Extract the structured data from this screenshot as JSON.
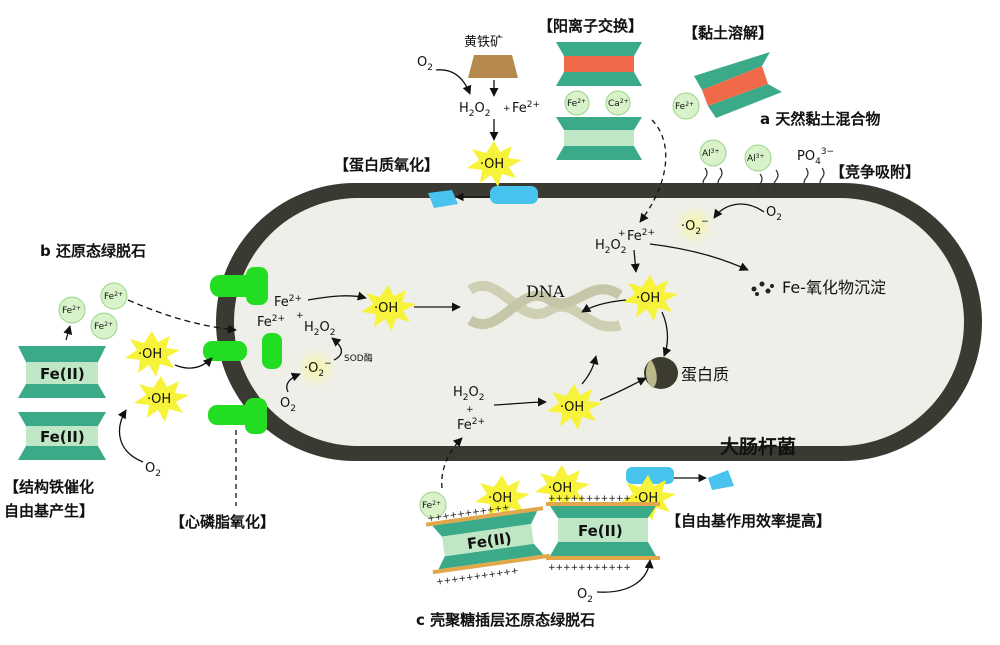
{
  "labels": {
    "pyrite": "黄铁矿",
    "cation_exchange": "【阳离子交换】",
    "clay_dissolution": "【黏土溶解】",
    "section_a": "a 天然黏土混合物",
    "protein_oxidation": "【蛋白质氧化】",
    "competitive_adsorption": "【竞争吸附】",
    "section_b": "b 还原态绿脱石",
    "fe_oxide_precip": "Fe-氧化物沉淀",
    "dna": "DNA",
    "protein": "蛋白质",
    "ecoli": "大肠杆菌",
    "structural_iron_line1": "【结构铁催化",
    "structural_iron_line2": "自由基产生】",
    "phospholipid_oxidation": "【心磷脂氧化】",
    "radical_efficiency": "【自由基作用效率提高】",
    "section_c": "c 壳聚糖插层还原态绿脱石",
    "sod": "SOD酶"
  },
  "chem": {
    "o2": "O",
    "two": "2",
    "h2o2": "H",
    "o_letter": "O",
    "fe": "Fe",
    "fe2plus": "2+",
    "ca": "Ca",
    "al": "Al",
    "al3plus": "3+",
    "po4": "PO",
    "four": "4",
    "po4charge": "3−",
    "oh": "·OH",
    "superoxide": "·O",
    "minus": "−",
    "plus": "+",
    "fe_ii": "Fe(II)",
    "plus_row": "+++++++++++"
  },
  "colors": {
    "cell_wall": "#3a3a32",
    "cytoplasm": "#efefe9",
    "clay_green": "#3aaa88",
    "clay_light": "#bfe7c6",
    "clay_orange": "#f06a4a",
    "pyrite_brown": "#b5894c",
    "channel_green": "#22dd22",
    "burst_yellow": "#f7f33a",
    "ion_green": "#d8f2c9",
    "membrane_blue": "#47c3ee"
  }
}
